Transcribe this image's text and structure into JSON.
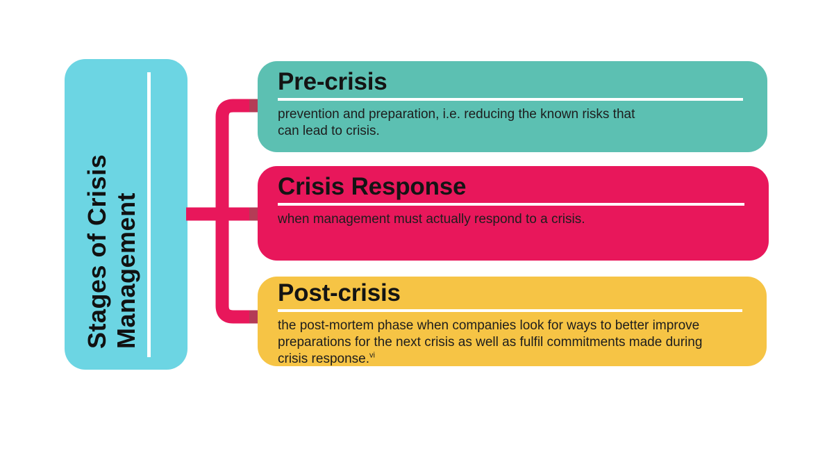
{
  "page": {
    "background_color": "#ffffff"
  },
  "sidebar": {
    "title_line1": "Stages of Crisis",
    "title_line2": "Management",
    "color": "#6CD5E3"
  },
  "connector": {
    "color": "#E8175B",
    "tip_color": "#B43C56"
  },
  "stages": [
    {
      "title": "Pre-crisis",
      "body": "prevention and preparation, i.e. reducing the known risks that\ncan lead to crisis.",
      "color": "#5CC0B2"
    },
    {
      "title": "Crisis Response",
      "body": "when management must actually respond to a crisis.",
      "color": "#E8175B"
    },
    {
      "title": "Post-crisis",
      "body": "the post-mortem phase when companies look for ways to better improve\npreparations for the next crisis as well as fulfil commitments made during\ncrisis response.",
      "footnote": "vi",
      "color": "#F6C445"
    }
  ]
}
